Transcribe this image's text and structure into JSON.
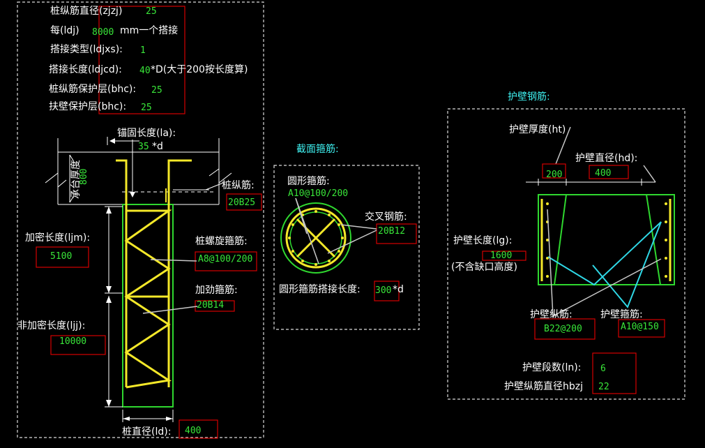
{
  "params": {
    "zjzj_label": "桩纵筋直径(zjzj)",
    "zjzj_value": "25",
    "ldj_label": "每(ldj)",
    "ldj_value": "8000",
    "ldj_suffix": "mm一个搭接",
    "ldjxs_label": "搭接类型(ldjxs):",
    "ldjxs_value": "1",
    "ldjcd_label": "搭接长度(ldjcd):",
    "ldjcd_value": "40",
    "ldjcd_suffix": "*D(大于200按长度算)",
    "bhc_label": "桩纵筋保护层(bhc):",
    "bhc_value": "25",
    "fbhc_label": "扶壁保护层(bhc):",
    "fbhc_value": "25"
  },
  "pile": {
    "la_label": "锚固长度(la):",
    "la_value": "35",
    "la_suffix": "*d",
    "cap_label": "承台厚度",
    "cap_value": "800",
    "long_label": "桩纵筋:",
    "long_value": "20B25",
    "ljm_label": "加密长度(ljm):",
    "ljm_value": "5100",
    "spiral_label": "桩螺旋箍筋:",
    "spiral_value": "A8@100/200",
    "stiff_label": "加劲箍筋:",
    "stiff_value": "20B14",
    "ljj_label": "非加密长度(ljj):",
    "ljj_value": "10000",
    "ld_label": "桩直径(ld):",
    "ld_value": "400"
  },
  "section": {
    "title": "截面箍筋:",
    "ring_label": "圆形箍筋:",
    "ring_value": "A10@100/200",
    "cross_label": "交叉钢筋:",
    "cross_value": "20B12",
    "lap_label": "圆形箍筋搭接长度:",
    "lap_value": "300",
    "lap_suffix": "*d"
  },
  "wall": {
    "title": "护壁钢筋:",
    "ht_label": "护壁厚度(ht)",
    "ht_value": "200",
    "hd_label": "护壁直径(hd):",
    "hd_value": "400",
    "lg_label": "护壁长度(lg):",
    "lg_value": "1600",
    "lg_note": "(不含缺口高度)",
    "long_label": "护壁纵筋:",
    "long_value": "B22@200",
    "hoop_label": "护壁箍筋:",
    "hoop_value": "A10@150",
    "ln_label": "护壁段数(ln):",
    "ln_value": "6",
    "hbzj_label": "护壁纵筋直径hbzj",
    "hbzj_value": "22"
  },
  "colors": {
    "green": "#39e639",
    "red": "#d40000",
    "yellow": "#f4e829",
    "cyan": "#3ff0f0"
  }
}
